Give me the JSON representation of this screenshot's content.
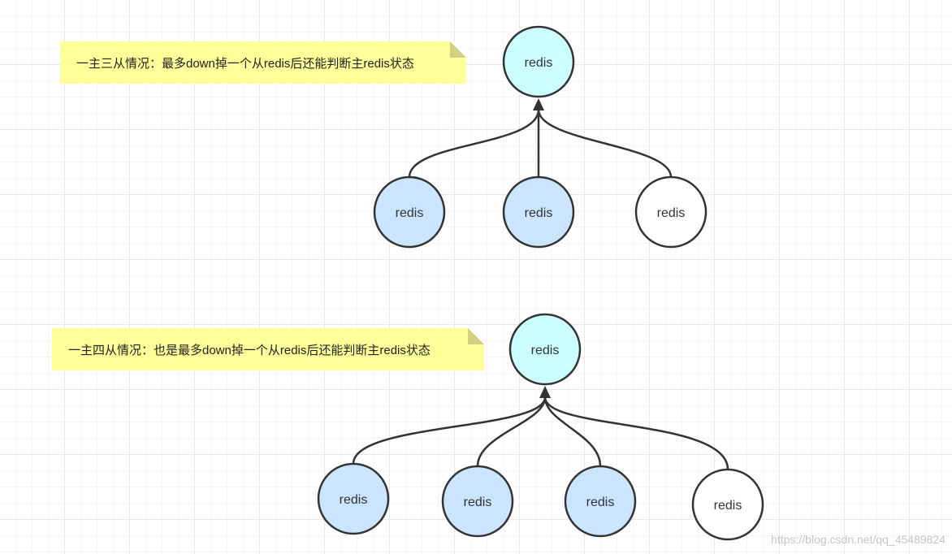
{
  "colors": {
    "note_fill": "#ffff99",
    "note_fold": "#d6cf7d",
    "master_fill": "#ccffff",
    "slave_fill": "#cce5ff",
    "healthy_slave_fill": "#ffffff",
    "stroke": "#333333"
  },
  "diagrams": [
    {
      "id": "one-master-three-slaves",
      "note": "一主三从情况：最多down掉一个从redis后还能判断主redis状态",
      "master": {
        "label": "redis",
        "type": "master"
      },
      "slaves": [
        {
          "label": "redis",
          "state": "down"
        },
        {
          "label": "redis",
          "state": "down"
        },
        {
          "label": "redis",
          "state": "up"
        }
      ]
    },
    {
      "id": "one-master-four-slaves",
      "note": "一主四从情况：也是最多down掉一个从redis后还能判断主redis状态",
      "master": {
        "label": "redis",
        "type": "master"
      },
      "slaves": [
        {
          "label": "redis",
          "state": "down"
        },
        {
          "label": "redis",
          "state": "down"
        },
        {
          "label": "redis",
          "state": "down"
        },
        {
          "label": "redis",
          "state": "up"
        }
      ]
    }
  ],
  "watermark": "https://blog.csdn.net/qq_45489824"
}
